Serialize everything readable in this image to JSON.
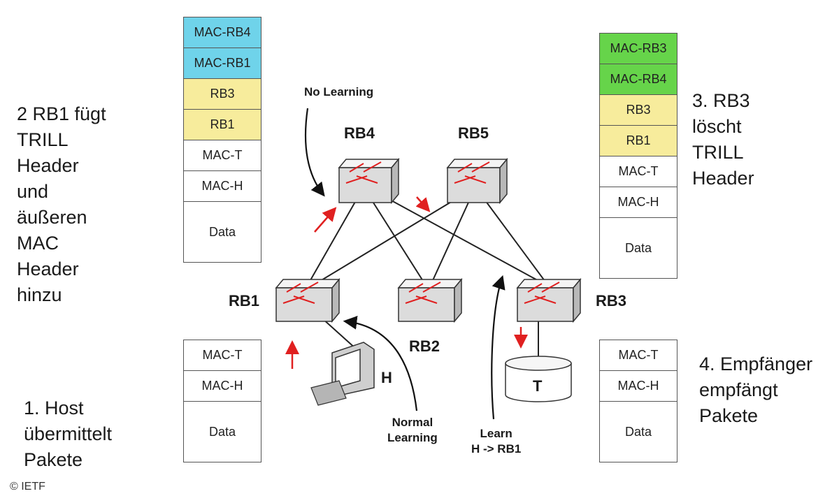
{
  "stacks": {
    "rb1_out": [
      {
        "label": "MAC-RB4",
        "fill": "#6fd3ea"
      },
      {
        "label": "MAC-RB1",
        "fill": "#6fd3ea"
      },
      {
        "label": "RB3",
        "fill": "#f7ec9c"
      },
      {
        "label": "RB1",
        "fill": "#f7ec9c"
      },
      {
        "label": "MAC-T",
        "fill": "#ffffff"
      },
      {
        "label": "MAC-H",
        "fill": "#ffffff"
      },
      {
        "label": "Data",
        "fill": "#ffffff"
      }
    ],
    "rb3_in": [
      {
        "label": "MAC-RB3",
        "fill": "#66d44a"
      },
      {
        "label": "MAC-RB4",
        "fill": "#66d44a"
      },
      {
        "label": "RB3",
        "fill": "#f7ec9c"
      },
      {
        "label": "RB1",
        "fill": "#f7ec9c"
      },
      {
        "label": "MAC-T",
        "fill": "#ffffff"
      },
      {
        "label": "MAC-H",
        "fill": "#ffffff"
      },
      {
        "label": "Data",
        "fill": "#ffffff"
      }
    ],
    "host": [
      {
        "label": "MAC-T",
        "fill": "#ffffff"
      },
      {
        "label": "MAC-H",
        "fill": "#ffffff"
      },
      {
        "label": "Data",
        "fill": "#ffffff"
      }
    ],
    "receiver": [
      {
        "label": "MAC-T",
        "fill": "#ffffff"
      },
      {
        "label": "MAC-H",
        "fill": "#ffffff"
      },
      {
        "label": "Data",
        "fill": "#ffffff"
      }
    ]
  },
  "steps": {
    "step2": [
      "2 RB1 fügt",
      "TRILL",
      "Header",
      "und",
      "äußeren",
      "MAC",
      "Header",
      "hinzu"
    ],
    "step3": [
      "3. RB3",
      "löscht",
      "TRILL",
      "Header"
    ],
    "step1": [
      "1. Host",
      "übermittelt",
      "Pakete"
    ],
    "step4": [
      "4. Empfänger",
      "empfängt",
      "Pakete"
    ]
  },
  "nodes": {
    "rb1": "RB1",
    "rb2": "RB2",
    "rb3": "RB3",
    "rb4": "RB4",
    "rb5": "RB5",
    "host": "H",
    "target": "T"
  },
  "notes": {
    "no_learning": "No Learning",
    "normal_learning": [
      "Normal",
      "Learning"
    ],
    "learn": [
      "Learn",
      "H -> RB1"
    ]
  },
  "copyright": "© IETF",
  "colors": {
    "switch_top": "#f2f2f2",
    "switch_side": "#c9c9c9",
    "arrow_red": "#e02020",
    "line": "#222222"
  }
}
